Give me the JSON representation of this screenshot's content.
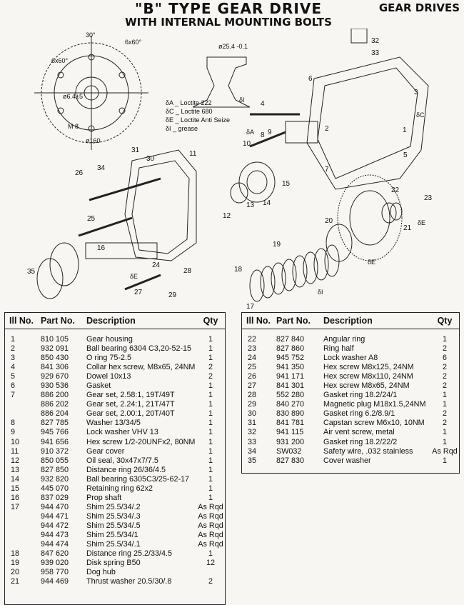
{
  "header": {
    "title_line1": "\"B\" TYPE GEAR DRIVE",
    "title_line2": "WITH INTERNAL MOUNTING BOLTS",
    "category": "GEAR DRIVES"
  },
  "legend": [
    "δA _ Loctite 222",
    "δC _ Loctite 680",
    "δE _ Loctite Anti Seize",
    "δI _ grease"
  ],
  "diagram": {
    "dims": [
      "30°",
      "6x60°",
      "6x60°",
      "ø6.4±5",
      "M 8",
      "ø25.4 -0.1",
      "ø160"
    ],
    "callouts": [
      "1",
      "2",
      "3",
      "4",
      "5",
      "6",
      "7",
      "8",
      "9",
      "10",
      "11",
      "12",
      "13",
      "14",
      "15",
      "16",
      "17",
      "18",
      "19",
      "20",
      "21",
      "22",
      "23",
      "24",
      "25",
      "26",
      "27",
      "28",
      "29",
      "30",
      "31",
      "32",
      "33",
      "34",
      "35"
    ],
    "loctite_marks": [
      "A",
      "A",
      "C",
      "E",
      "E",
      "E",
      "E",
      "I",
      "I"
    ]
  },
  "table_headers": {
    "ill_no": "Ill No.",
    "part_no": "Part No.",
    "description": "Description",
    "qty": "Qty"
  },
  "left_rows": [
    {
      "ill": "1",
      "part": "810 105",
      "desc": "Gear housing",
      "qty": "1"
    },
    {
      "ill": "2",
      "part": "932 091",
      "desc": "Ball bearing 6304 C3,20-52-15",
      "qty": "1"
    },
    {
      "ill": "3",
      "part": "850 430",
      "desc": "O ring 75-2.5",
      "qty": "1"
    },
    {
      "ill": "4",
      "part": "841 306",
      "desc": "Collar hex screw, M8x65, 24NM",
      "qty": "2"
    },
    {
      "ill": "5",
      "part": "929 670",
      "desc": "Dowel 10x13",
      "qty": "2"
    },
    {
      "ill": "6",
      "part": "930 536",
      "desc": "Gasket",
      "qty": "1"
    },
    {
      "ill": "7",
      "part": "886 200",
      "desc": "Gear set, 2.58:1, 19T/49T",
      "qty": "1"
    },
    {
      "ill": "",
      "part": "886 202",
      "desc": "Gear set, 2.24:1, 21T/47T",
      "qty": "1"
    },
    {
      "ill": "",
      "part": "886 204",
      "desc": "Gear set, 2.00:1, 20T/40T",
      "qty": "1"
    },
    {
      "ill": "8",
      "part": "827 785",
      "desc": "Washer 13/34/5",
      "qty": "1"
    },
    {
      "ill": "9",
      "part": "945 766",
      "desc": "Lock washer VHV 13",
      "qty": "1"
    },
    {
      "ill": "10",
      "part": "941 656",
      "desc": "Hex screw 1/2-20UNFx2, 80NM",
      "qty": "1"
    },
    {
      "ill": "11",
      "part": "910 372",
      "desc": "Gear cover",
      "qty": "1"
    },
    {
      "ill": "12",
      "part": "850 055",
      "desc": "Oil seal, 30x47x7/7.5",
      "qty": "1"
    },
    {
      "ill": "13",
      "part": "827 850",
      "desc": "Distance ring 26/36/4.5",
      "qty": "1"
    },
    {
      "ill": "14",
      "part": "932 820",
      "desc": "Ball bearing 6305C3/25-62-17",
      "qty": "1"
    },
    {
      "ill": "15",
      "part": "445 070",
      "desc": "Retaining ring 62x2",
      "qty": "1"
    },
    {
      "ill": "16",
      "part": "837 029",
      "desc": "Prop shaft",
      "qty": "1"
    },
    {
      "ill": "17",
      "part": "944 470",
      "desc": "Shim 25.5/34/.2",
      "qty": "As Rqd"
    },
    {
      "ill": "",
      "part": "944 471",
      "desc": "Shim 25.5/34/.3",
      "qty": "As Rqd"
    },
    {
      "ill": "",
      "part": "944 472",
      "desc": "Shim 25.5/34/.5",
      "qty": "As Rqd"
    },
    {
      "ill": "",
      "part": "944 473",
      "desc": "Shim 25.5/34/1",
      "qty": "As Rqd"
    },
    {
      "ill": "",
      "part": "944 474",
      "desc": "Shim 25.5/34/.1",
      "qty": "As Rqd"
    },
    {
      "ill": "18",
      "part": "847 620",
      "desc": "Distance ring 25.2/33/4.5",
      "qty": "1"
    },
    {
      "ill": "19",
      "part": "939 020",
      "desc": "Disk spring B50",
      "qty": "12"
    },
    {
      "ill": "20",
      "part": "958 770",
      "desc": "Dog hub",
      "qty": ""
    },
    {
      "ill": "21",
      "part": "944 469",
      "desc": "Thrust washer 20.5/30/.8",
      "qty": "2"
    }
  ],
  "right_rows": [
    {
      "ill": "22",
      "part": "827 840",
      "desc": "Angular ring",
      "qty": "1"
    },
    {
      "ill": "23",
      "part": "827 860",
      "desc": "Ring half",
      "qty": "2"
    },
    {
      "ill": "24",
      "part": "945 752",
      "desc": "Lock washer A8",
      "qty": "6"
    },
    {
      "ill": "25",
      "part": "941 350",
      "desc": "Hex screw M8x125, 24NM",
      "qty": "2"
    },
    {
      "ill": "26",
      "part": "941 171",
      "desc": "Hex screw M8x110, 24NM",
      "qty": "2"
    },
    {
      "ill": "27",
      "part": "841 301",
      "desc": "Hex screw M8x65, 24NM",
      "qty": "2"
    },
    {
      "ill": "28",
      "part": "552 280",
      "desc": "Gasket ring 18.2/24/1",
      "qty": "1"
    },
    {
      "ill": "29",
      "part": "840 270",
      "desc": "Magnetic plug M18x1.5,24NM",
      "qty": "1"
    },
    {
      "ill": "30",
      "part": "830 890",
      "desc": "Gasket ring 6.2/8.9/1",
      "qty": "2"
    },
    {
      "ill": "31",
      "part": "841 781",
      "desc": "Capstan screw M6x10, 10NM",
      "qty": "2"
    },
    {
      "ill": "32",
      "part": "941 115",
      "desc": "Air vent screw, metal",
      "qty": "1"
    },
    {
      "ill": "33",
      "part": "931 200",
      "desc": "Gasket ring 18.2/22/2",
      "qty": "1"
    },
    {
      "ill": "34",
      "part": "SW032",
      "desc": "Safety wire, .032 stainless",
      "qty": "As Rqd"
    },
    {
      "ill": "35",
      "part": "827 830",
      "desc": "Cover washer",
      "qty": "1"
    }
  ]
}
